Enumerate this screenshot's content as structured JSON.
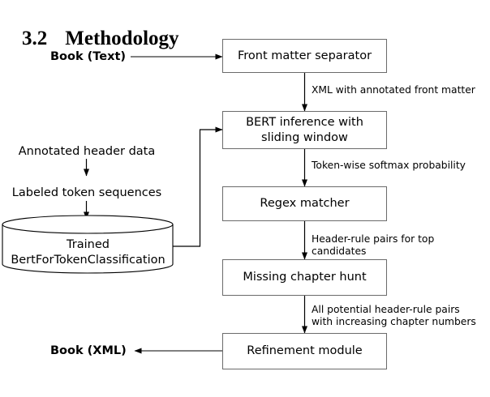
{
  "heading": {
    "number": "3.2",
    "title": "Methodology"
  },
  "io_labels": {
    "input": "Book (Text)",
    "output": "Book (XML)"
  },
  "nodes": [
    {
      "id": "front-matter-separator",
      "label": "Front matter separator"
    },
    {
      "id": "bert-inference",
      "label": "BERT inference with\nsliding window"
    },
    {
      "id": "regex-matcher",
      "label": "Regex matcher"
    },
    {
      "id": "missing-chapter-hunt",
      "label": "Missing chapter hunt"
    },
    {
      "id": "refinement-module",
      "label": "Refinement module"
    }
  ],
  "datastore": {
    "id": "trained-model",
    "label": "Trained\nBertForTokenClassification"
  },
  "training_branch": [
    {
      "id": "annotated-header-data",
      "label": "Annotated header data"
    },
    {
      "id": "labeled-token-sequences",
      "label": "Labeled token sequences"
    }
  ],
  "edge_labels": [
    {
      "id": "edge-label-xml-front-matter",
      "label": "XML with annotated front matter"
    },
    {
      "id": "edge-label-softmax",
      "label": "Token-wise softmax probability"
    },
    {
      "id": "edge-label-top-candidates",
      "label": "Header-rule pairs for top candidates"
    },
    {
      "id": "edge-label-all-pairs",
      "label": "All potential header-rule pairs\nwith increasing chapter numbers"
    }
  ],
  "colors": {
    "background": "#ffffff",
    "text": "#000000",
    "box_border": "#6b6b6b",
    "edge_stroke": "#000000"
  }
}
